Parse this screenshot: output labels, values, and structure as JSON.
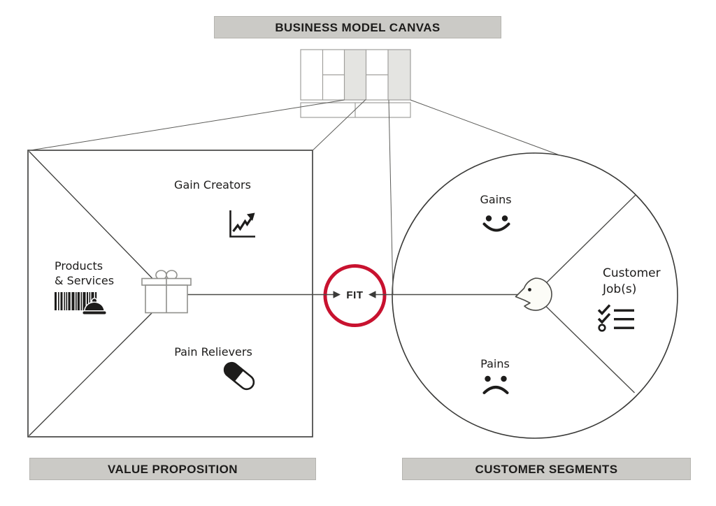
{
  "banners": {
    "top": "BUSINESS MODEL CANVAS",
    "bottom_left": "VALUE PROPOSITION",
    "bottom_right": "CUSTOMER SEGMENTS"
  },
  "value_proposition_map": {
    "gain_creators_label": "Gain Creators",
    "gain_creators_icon": "rising-chart-icon",
    "products_services_line1": "Products",
    "products_services_line2": "& Services",
    "products_services_icons": [
      "barcode-icon",
      "cloche-icon"
    ],
    "pain_relievers_label": "Pain Relievers",
    "pain_relievers_icon": "pill-icon",
    "center_icon": "gift-box-icon"
  },
  "fit": {
    "label": "FIT"
  },
  "customer_profile": {
    "gains_label": "Gains",
    "gains_icon": "smiley-face-icon",
    "customer_jobs_line1": "Customer",
    "customer_jobs_line2": "Job(s)",
    "customer_jobs_icon": "checklist-icon",
    "pains_label": "Pains",
    "pains_icon": "sad-face-icon",
    "center_icon": "head-profile-icon"
  },
  "mini_canvas": {
    "highlighted_blocks": [
      "value-proposition",
      "customer-segments"
    ]
  },
  "colors": {
    "fit_ring_red": "#c8122f",
    "banner_bg": "#cbcac6",
    "canvas_highlight": "#e4e4e1",
    "outline_dark": "#3a3a38",
    "icon_black": "#1d1c1b"
  }
}
